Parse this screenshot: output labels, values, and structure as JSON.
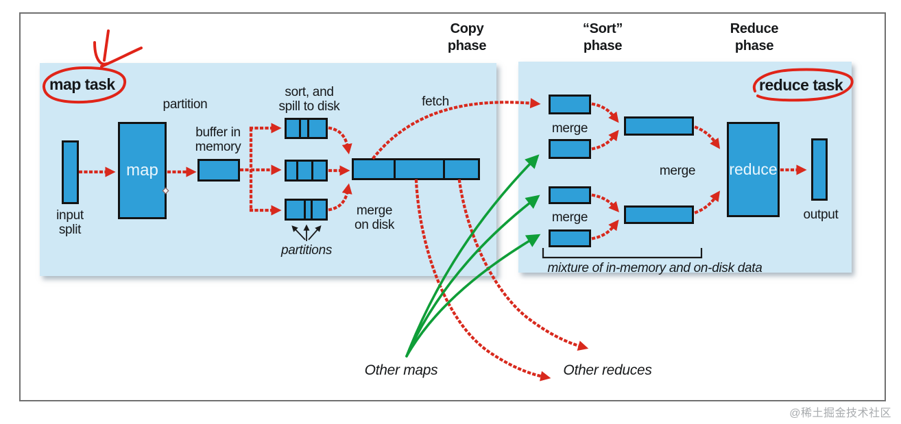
{
  "headers": {
    "copy_phase": "Copy phase",
    "sort_phase": "“Sort” phase",
    "reduce_phase": "Reduce phase"
  },
  "map_panel": {
    "title": "map task",
    "input_label": "input split",
    "map_label": "map",
    "partition_label": "partition",
    "buffer_label": "buffer in memory",
    "spill_label": "sort, and spill to disk",
    "partitions_label": "partitions",
    "merge_on_disk_label": "merge on disk",
    "fetch_label": "fetch"
  },
  "reduce_panel": {
    "title": "reduce task",
    "merge_top_label": "merge",
    "merge_bottom_label": "merge",
    "merge_center_label": "merge",
    "reduce_label": "reduce",
    "output_label": "output",
    "bracket_label": "mixture of in-memory and on-disk data"
  },
  "annotations": {
    "other_maps": "Other maps",
    "other_reduces": "Other reduces"
  },
  "watermark": "@稀土掘金技术社区",
  "colors": {
    "panel_blue": "#cfe8f5",
    "box_blue": "#2f9fd8",
    "arrow_red": "#d8291d",
    "arrow_green": "#0f9e38",
    "annotation_red": "#e02418",
    "outline_black": "#131313"
  }
}
